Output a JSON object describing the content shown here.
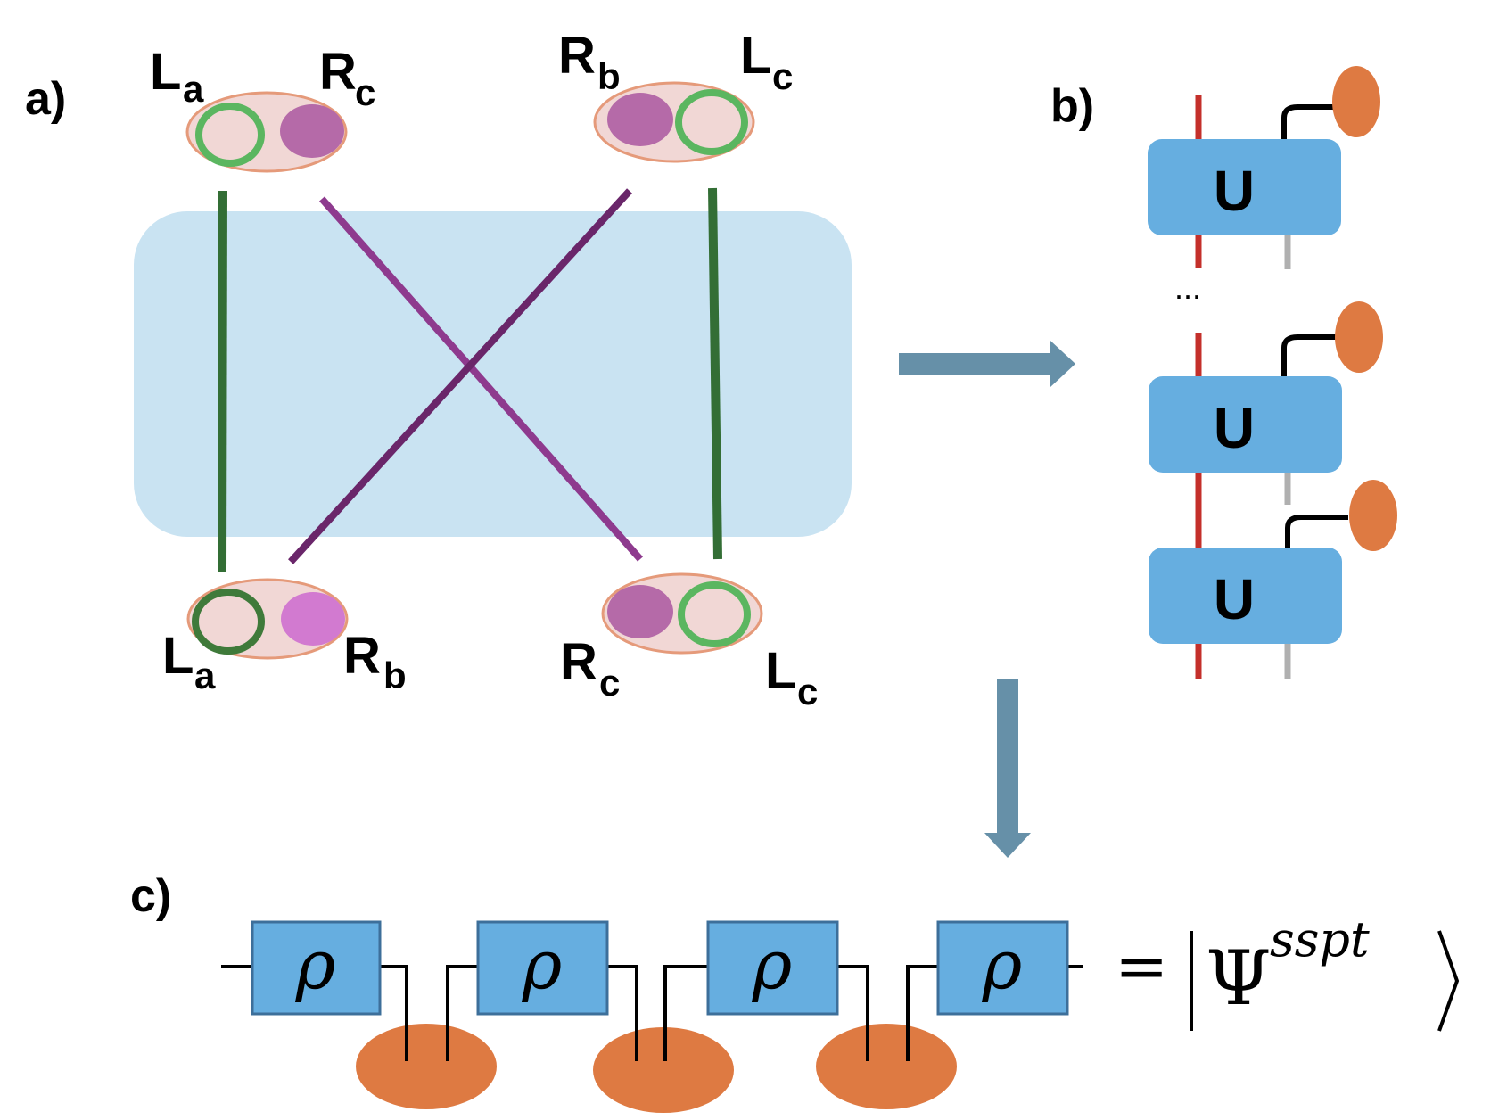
{
  "panels": {
    "a": "a)",
    "b": "b)",
    "c": "c)"
  },
  "panel_a": {
    "top_left": {
      "left_main": "L",
      "left_sub": "a",
      "right_main": "R",
      "right_sub": "c"
    },
    "top_right": {
      "left_main": "R",
      "left_sub": "b",
      "right_main": "L",
      "right_sub": "c"
    },
    "bottom_left": {
      "left_main": "L",
      "left_sub": "a",
      "right_main": "R",
      "right_sub": "b"
    },
    "bottom_right": {
      "left_main": "R",
      "left_sub": "c",
      "right_main": "L",
      "right_sub": "c"
    }
  },
  "panel_b": {
    "gate_label": "U",
    "ellipsis": "..."
  },
  "panel_c": {
    "tensor_label": "ρ",
    "equals": "=",
    "state_symbol": "Ψ",
    "state_superscript": "sspt"
  },
  "colors": {
    "background_box": "#c9e3f2",
    "cell_fill": "#f1d7d5",
    "cell_stroke": "#e59a7a",
    "green_ring": "#5bb660",
    "dark_green_ring": "#3f7a3a",
    "purple_dot": "#b56aa8",
    "pink_dot": "#d27ad0",
    "green_line": "#336e35",
    "purple_line_a": "#8e3a8e",
    "purple_line_b": "#6a266a",
    "arrow": "#6690a8",
    "gate_fill": "#66aee0",
    "red_leg": "#c4302b",
    "grey_leg": "#b0b0b0",
    "orange": "#de7a42"
  }
}
